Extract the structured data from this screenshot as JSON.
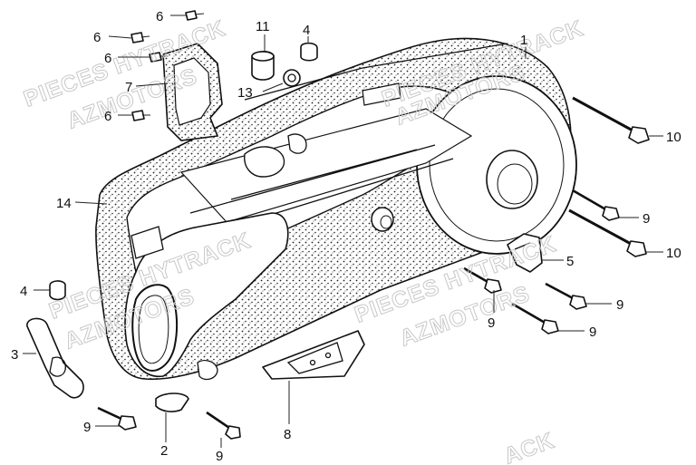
{
  "diagram": {
    "callouts": [
      {
        "id": "c6a",
        "label": "6"
      },
      {
        "id": "c6b",
        "label": "6"
      },
      {
        "id": "c6c",
        "label": "6"
      },
      {
        "id": "c6d",
        "label": "6"
      },
      {
        "id": "c7",
        "label": "7"
      },
      {
        "id": "c11",
        "label": "11"
      },
      {
        "id": "c4a",
        "label": "4"
      },
      {
        "id": "c13",
        "label": "13"
      },
      {
        "id": "c1",
        "label": "1"
      },
      {
        "id": "c10a",
        "label": "10"
      },
      {
        "id": "c14",
        "label": "14"
      },
      {
        "id": "c9a",
        "label": "9"
      },
      {
        "id": "c10b",
        "label": "10"
      },
      {
        "id": "c5",
        "label": "5"
      },
      {
        "id": "c4b",
        "label": "4"
      },
      {
        "id": "c9b",
        "label": "9"
      },
      {
        "id": "c9c",
        "label": "9"
      },
      {
        "id": "c9d",
        "label": "9"
      },
      {
        "id": "c3",
        "label": "3"
      },
      {
        "id": "c9e",
        "label": "9"
      },
      {
        "id": "c2",
        "label": "2"
      },
      {
        "id": "c9f",
        "label": "9"
      },
      {
        "id": "c8",
        "label": "8"
      }
    ],
    "watermarks": {
      "line1": "PIECES HYTRACK",
      "line2": "AZMOTORS",
      "partial": "ACK"
    },
    "colors": {
      "ink": "#111111",
      "watermark": "#c8c8c8",
      "background": "#ffffff"
    }
  }
}
